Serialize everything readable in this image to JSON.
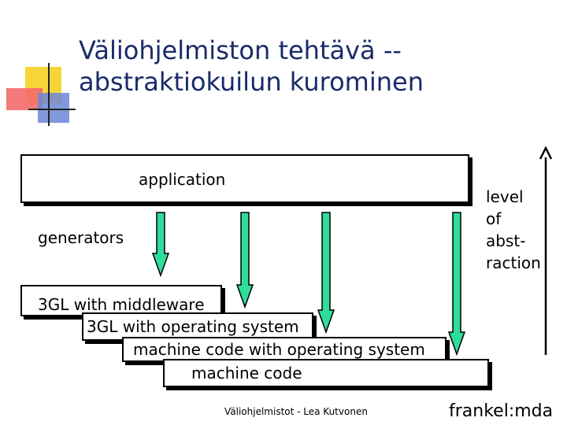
{
  "slide": {
    "title_line1": "Väliohjelmiston tehtävä --",
    "title_line2": "abstraktiokuilun kurominen"
  },
  "diagram": {
    "application": "application",
    "generators": "generators",
    "layers": [
      "3GL with middleware",
      "3GL with operating system",
      "machine code with operating system",
      "machine code"
    ],
    "axis_label": [
      "level",
      "of",
      "abst-",
      "raction"
    ],
    "arrow_color": "#2fdc9a"
  },
  "footer": {
    "text": "Väliohjelmistot - Lea Kutvonen",
    "credit": "frankel:mda"
  }
}
